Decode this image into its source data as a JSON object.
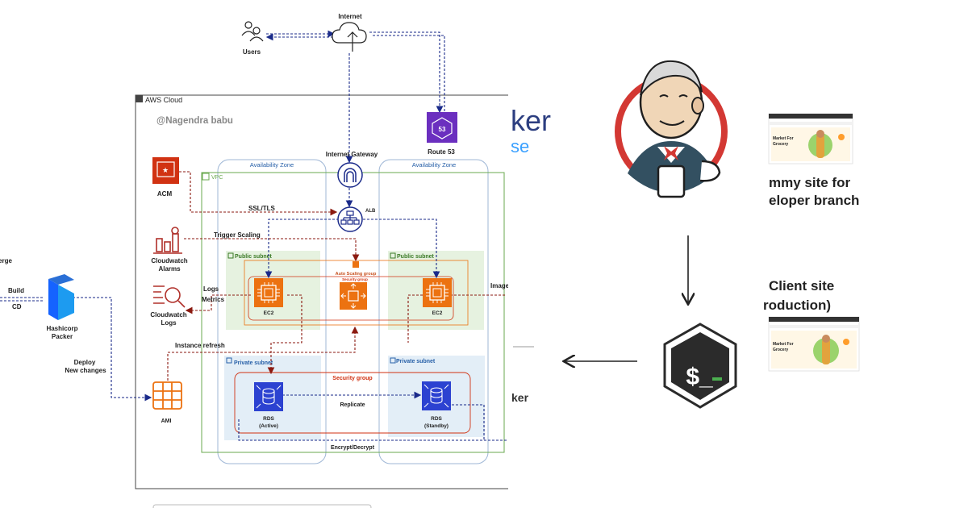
{
  "diagram": {
    "internet_label": "Internet",
    "users_label": "Users",
    "aws_cloud_label": "AWS Cloud",
    "author_label": "@Nagendra babu",
    "igw_label": "Internet Gateway",
    "route53_label": "Route 53",
    "route53_badge": "53",
    "az_left_label": "Availability Zone",
    "az_right_label": "Availability Zone",
    "vpc_label": "VPC",
    "acm_label": "ACM",
    "ssl_label": "SSL/TLS",
    "alb_label": "ALB",
    "trigger_label": "Trigger Scaling",
    "cw_alarms_label_1": "Cloudwatch",
    "cw_alarms_label_2": "Alarms",
    "public_subnet_left": "Public subnet",
    "public_subnet_right": "Public subnet",
    "asg_label": "Auto Scaling group",
    "sg_small_label": "Security group",
    "logs_label": "Logs",
    "metrics_label": "Metrics",
    "cw_logs_label_1": "Cloudwatch",
    "cw_logs_label_2": "Logs",
    "ec2_left_label": "EC2",
    "ec2_right_label": "EC2",
    "image_label": "Image",
    "merge_label": "erge",
    "build_label": "Build",
    "cd_label": "CD",
    "packer_label_1": "Hashicorp",
    "packer_label_2": "Packer",
    "instance_refresh_label": "Instance refresh",
    "deploy_label_1": "Deploy",
    "deploy_label_2": "New changes",
    "private_subnet_left": "Private subnet",
    "private_subnet_right": "Private subnet",
    "sg_db_label": "Security group",
    "replicate_label": "Replicate",
    "rds_active_1": "RDS",
    "rds_active_2": "(Active)",
    "rds_standby_1": "RDS",
    "rds_standby_2": "(Standby)",
    "ami_label": "AMI",
    "encrypt_label": "Encrypt/Decrypt"
  },
  "right_panel": {
    "packer_logo_text": "ker",
    "packer_logo_sub": "se",
    "packer_bottom_text": "ker",
    "dummy_site_line1": "mmy site for",
    "dummy_site_line2": "eloper branch",
    "client_site_line1": "Client site",
    "client_site_line2": "roduction)",
    "thumb_title_1": "Market For",
    "thumb_sub_1": "Grocery",
    "thumb_title_2": "Market For",
    "thumb_sub_2": "Grocery",
    "shell_prompt": "$_"
  },
  "colors": {
    "dark_red": "#8b1a10",
    "navy": "#1a2a8a",
    "orange": "#ec7211",
    "purple": "#6b2fbf",
    "green_subnet": "#e6f2e0",
    "blue_subnet": "#e3eef7",
    "aws_red": "#d13212",
    "jenkins_red": "#d33833"
  }
}
